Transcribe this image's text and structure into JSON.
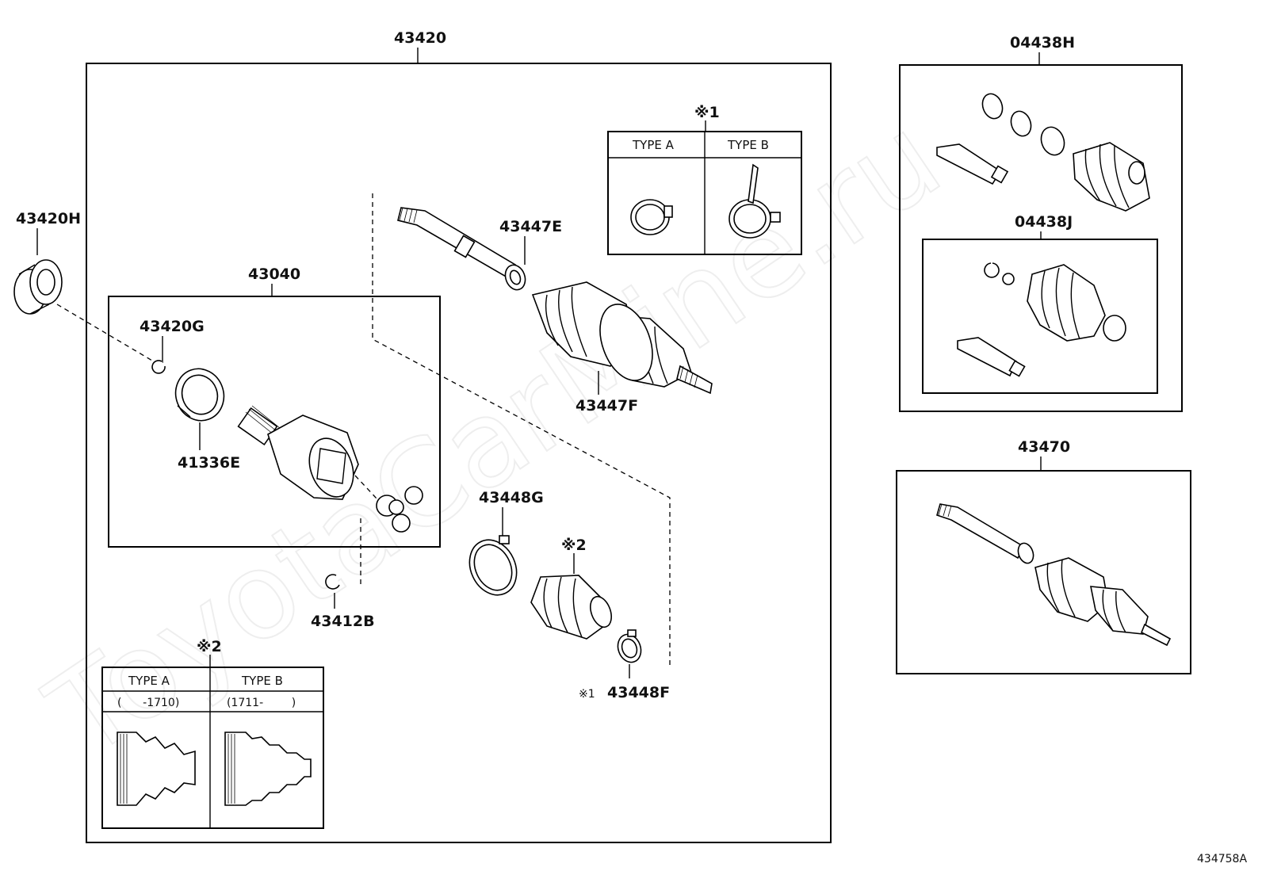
{
  "watermark": "ToyotaCarMine.ru",
  "diagram_id": "434758A",
  "labels": {
    "p43420": "43420",
    "p43420H": "43420H",
    "p43040": "43040",
    "p43420G": "43420G",
    "p41336E": "41336E",
    "p43412B": "43412B",
    "p43447E": "43447E",
    "p43447F": "43447F",
    "p43448G": "43448G",
    "p43448F": "43448F",
    "note2_mark": "※2",
    "note1_mark": "※1",
    "note1_ref": "※1",
    "p04438H": "04438H",
    "p04438J": "04438J",
    "p43470": "43470"
  },
  "note1_table": {
    "mark": "※1",
    "col_a": "TYPE A",
    "col_b": "TYPE B"
  },
  "note2_table": {
    "mark": "※2",
    "col_a": "TYPE A",
    "col_b": "TYPE B",
    "range_a": "(      -1710)",
    "range_b": "(1711-        )"
  }
}
